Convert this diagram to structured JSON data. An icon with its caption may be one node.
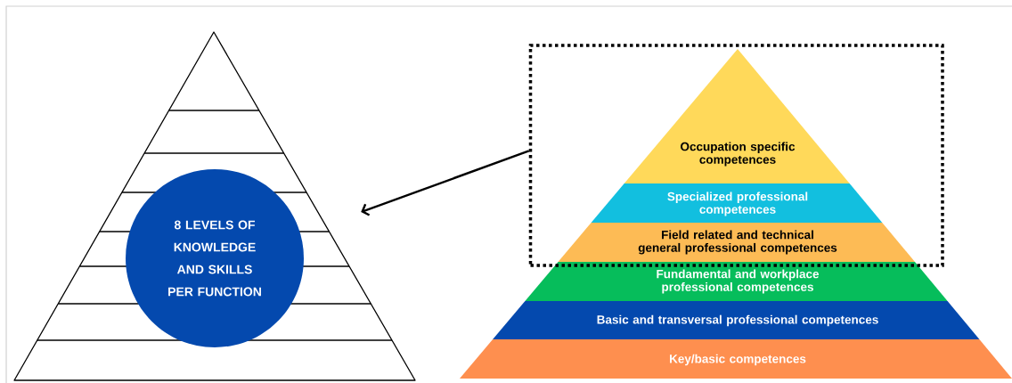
{
  "diagram": {
    "nodes": [
      {
        "text": [],
        "shape": "triangle"
      },
      {
        "text": [
          "8 LEVELS OF KNOWLEDGE AND SKILLS PER FUNCTION"
        ],
        "in": 0
      },
      {
        "text": [],
        "shape": "box"
      },
      {
        "text": [
          "Occupation specific competences"
        ],
        "in": 2
      },
      {
        "text": [
          "Specialized professional competences"
        ],
        "in": 2
      },
      {
        "text": [
          "Field related and technical general professional competences"
        ],
        "in": 2
      },
      {
        "text": [
          "Fundamental and workplace professional competences"
        ]
      },
      {
        "text": [
          "Basic and transversal professional competences"
        ]
      },
      {
        "text": [
          "Key/basic competences"
        ]
      }
    ],
    "edges": [
      {
        "from": 2,
        "to": 0,
        "arrow": "to"
      }
    ]
  }
}
